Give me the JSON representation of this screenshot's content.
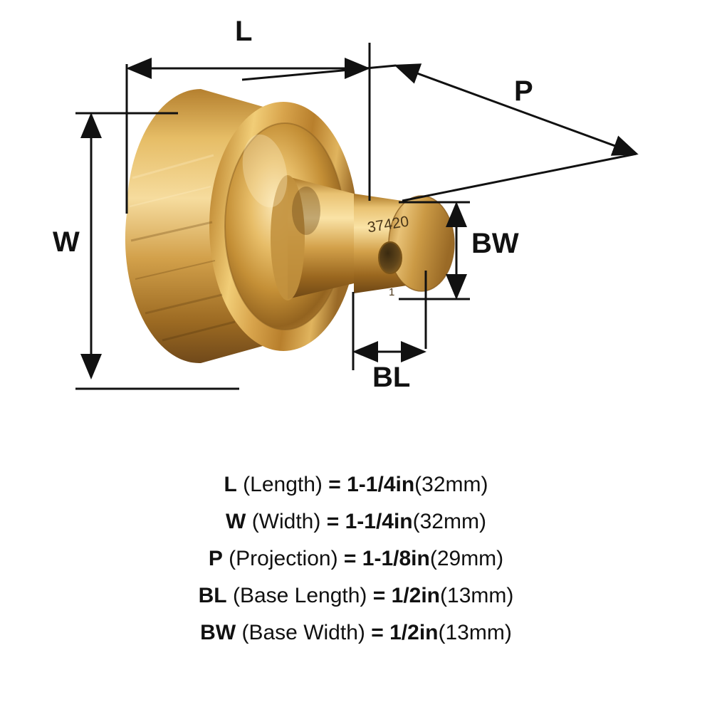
{
  "diagram": {
    "title": "Cabinet knob dimension diagram",
    "dimension_labels": {
      "length": "L",
      "width": "W",
      "projection": "P",
      "base_length": "BL",
      "base_width": "BW"
    },
    "engraving": {
      "part_number": "37420",
      "mark": "1"
    },
    "colors": {
      "metal_light": "#f0c96a",
      "metal_mid": "#c8913c",
      "metal_dark": "#8a5d1e",
      "metal_highlight": "#ffe6a8",
      "line": "#111111",
      "engrave_text": "#4a3618"
    }
  },
  "specs": [
    {
      "symbol": "L",
      "name": "(Length)",
      "equals": "=",
      "value": "1-1/4in",
      "metric": "(32mm)"
    },
    {
      "symbol": "W",
      "name": "(Width)",
      "equals": "=",
      "value": "1-1/4in",
      "metric": "(32mm)"
    },
    {
      "symbol": "P",
      "name": "(Projection)",
      "equals": "=",
      "value": "1-1/8in",
      "metric": "(29mm)"
    },
    {
      "symbol": "BL",
      "name": "(Base Length)",
      "equals": "=",
      "value": "1/2in",
      "metric": "(13mm)"
    },
    {
      "symbol": "BW",
      "name": "(Base Width)",
      "equals": "=",
      "value": "1/2in",
      "metric": "(13mm)"
    }
  ]
}
